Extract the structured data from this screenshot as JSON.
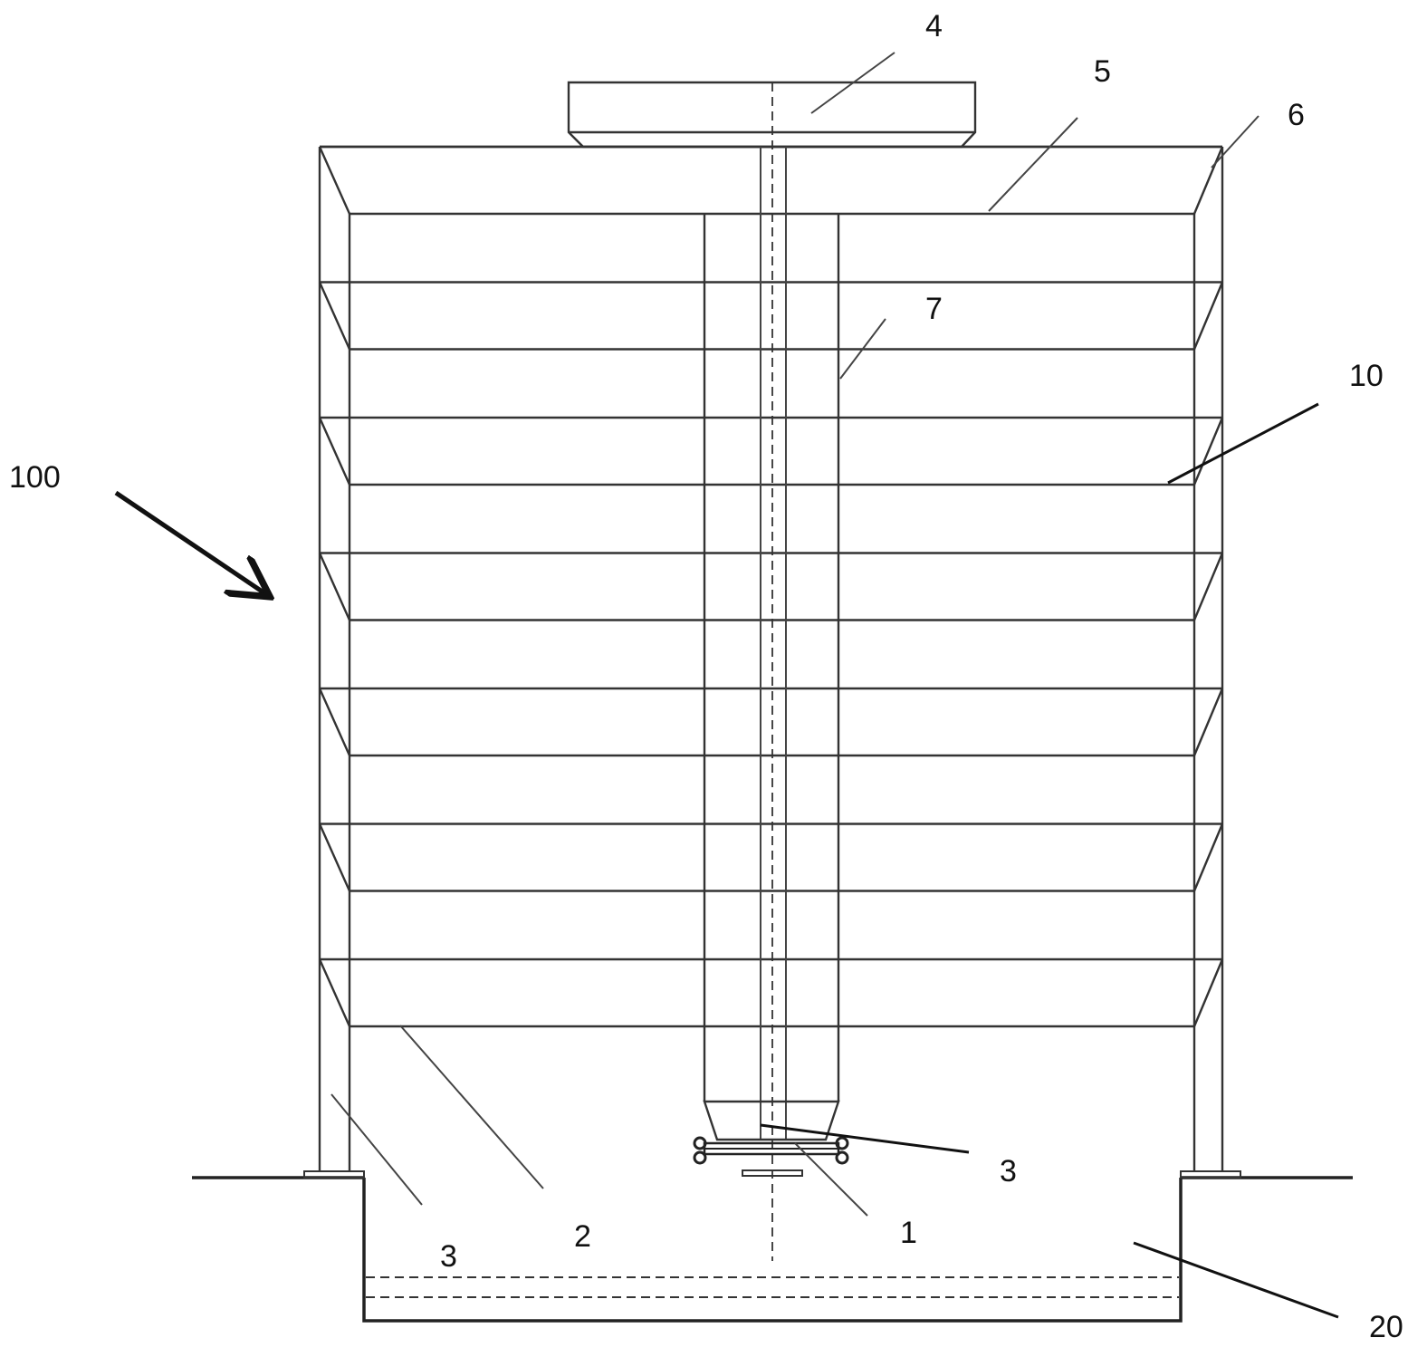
{
  "labels": {
    "fan": "4",
    "spray_pipe": "5",
    "louver": "6",
    "shaft": "7",
    "fill_layer": "10",
    "tower": "100",
    "inner_support": "3",
    "outer_support": "3",
    "bottom_plate": "2",
    "motor": "1",
    "pool": "20"
  },
  "structure": {
    "fill_layers": 7,
    "line_color": "#333333"
  }
}
